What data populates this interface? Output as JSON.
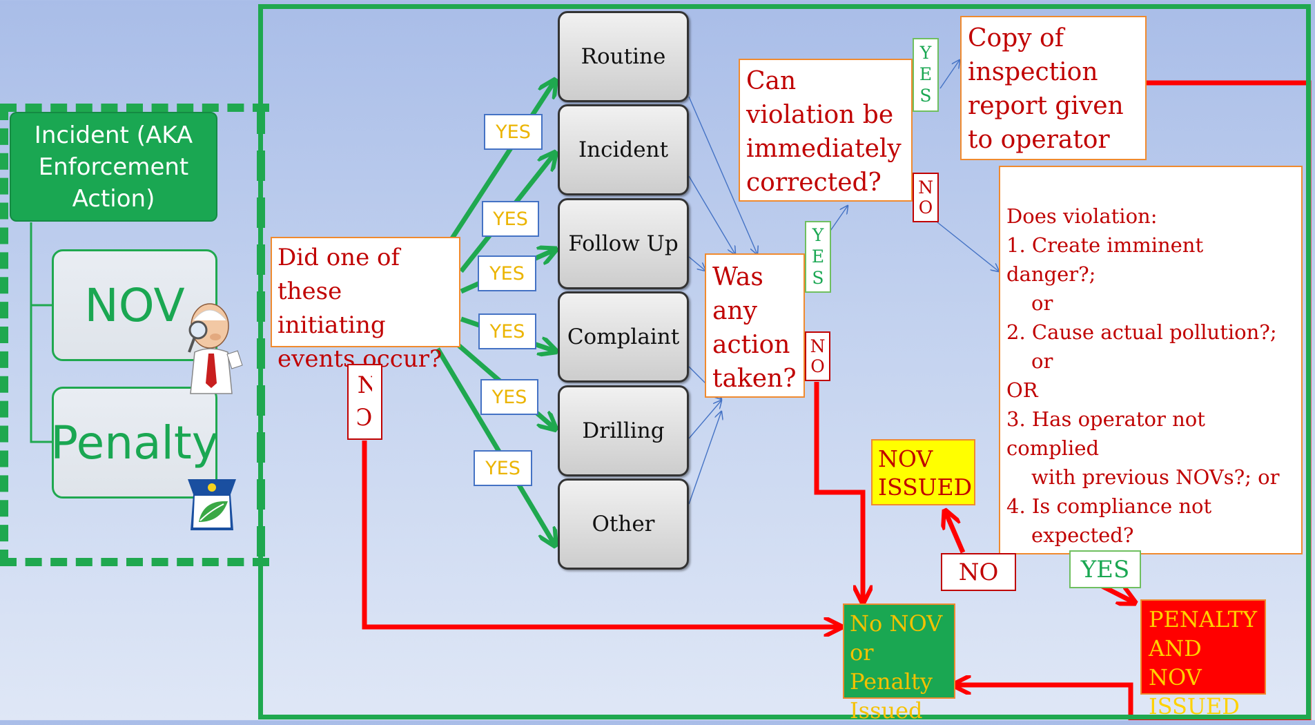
{
  "legend": {
    "title": "Incident (AKA Enforcement Action)",
    "items": [
      "NOV",
      "Penalty"
    ]
  },
  "start_question": "Did one of these initiating events occur?",
  "events": [
    "Routine",
    "Incident",
    "Follow Up",
    "Complaint",
    "Drilling",
    "Other"
  ],
  "yes_label": "YES",
  "no_label": "NO",
  "action_question": "Was any action taken?",
  "correct_question": "Can violation be immediately corrected?",
  "copy_report": "Copy of inspection report given to operator",
  "violation_question": {
    "heading": "Does violation:",
    "items": [
      "1. Create imminent danger?;",
      "or",
      "2. Cause actual pollution?;",
      "or",
      "OR",
      "3. Has operator not complied",
      "with previous NOVs?; or",
      "4. Is compliance not",
      "expected?"
    ]
  },
  "outcomes": {
    "nov_issued": "NOV ISSUED",
    "no_nov": "No NOV or Penalty Issued",
    "penalty_nov": "PENALTY AND NOV ISSUED"
  },
  "colors": {
    "green": "#1fa84f",
    "red": "#ff0000",
    "orange_border": "#f08a2e",
    "dark_red_text": "#c00000",
    "yes_text": "#ebb400"
  },
  "icons": [
    "inspector-cartoon-icon",
    "keystone-leaf-logo-icon"
  ]
}
